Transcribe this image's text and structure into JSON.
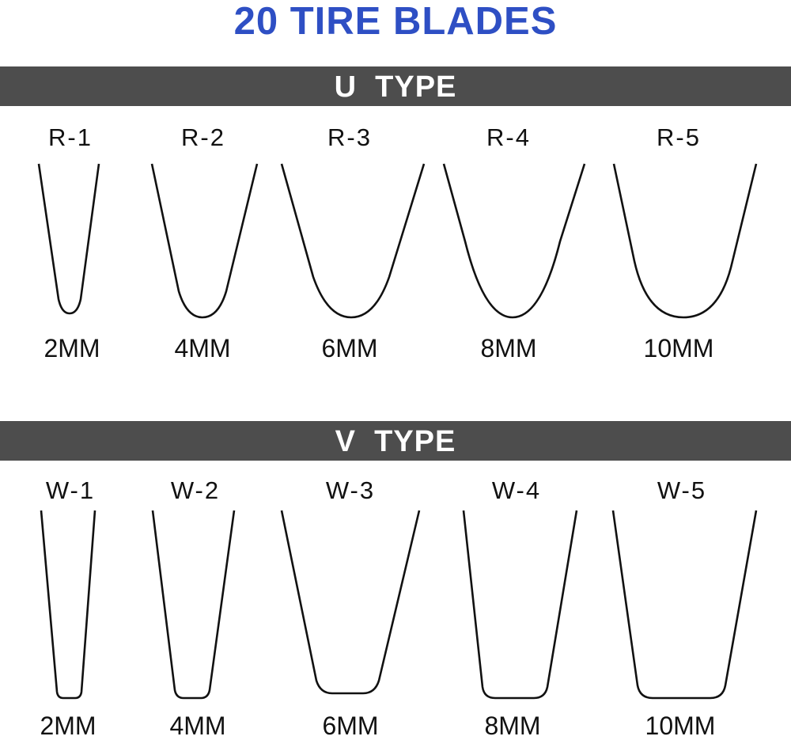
{
  "title": "20 TIRE BLADES",
  "u_type": {
    "header": "U  TYPE",
    "blades": [
      {
        "code": "R-1",
        "size": "2MM"
      },
      {
        "code": "R-2",
        "size": "4MM"
      },
      {
        "code": "R-3",
        "size": "6MM"
      },
      {
        "code": "R-4",
        "size": "8MM"
      },
      {
        "code": "R-5",
        "size": "10MM"
      }
    ]
  },
  "v_type": {
    "header": "V  TYPE",
    "blades": [
      {
        "code": "W-1",
        "size": "2MM"
      },
      {
        "code": "W-2",
        "size": "4MM"
      },
      {
        "code": "W-3",
        "size": "6MM"
      },
      {
        "code": "W-4",
        "size": "8MM"
      },
      {
        "code": "W-5",
        "size": "10MM"
      }
    ]
  },
  "colors": {
    "title": "#2e4fc4",
    "band": "#4d4d4d",
    "band_text": "#ffffff",
    "line": "#111111"
  }
}
